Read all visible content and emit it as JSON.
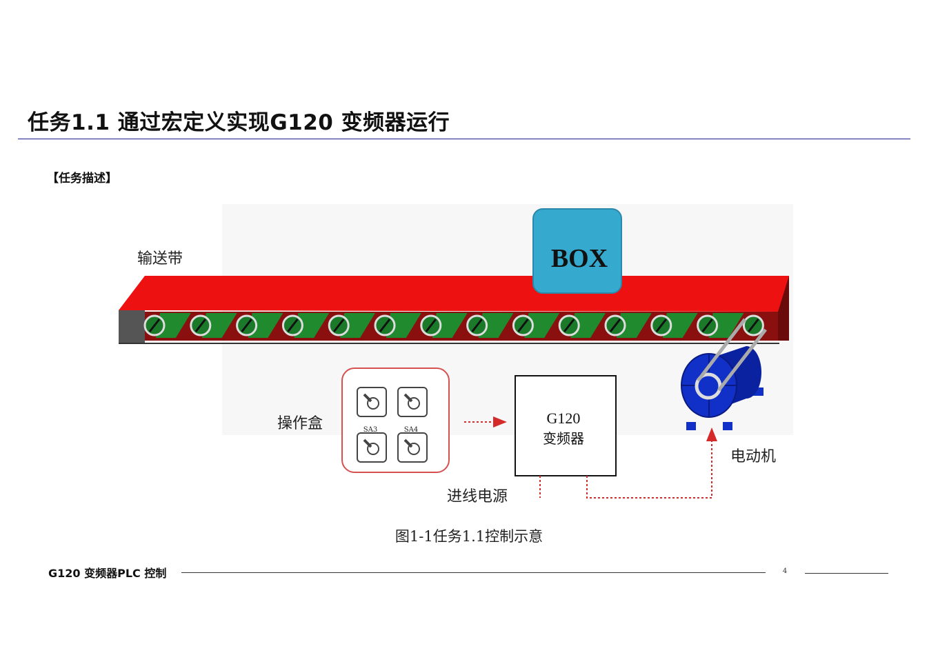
{
  "header": {
    "title": "任务1.1 通过宏定义实现G120 变频器运行"
  },
  "section": {
    "label": "【任务描述】"
  },
  "diagram": {
    "conveyor_label": "输送带",
    "box_label": "BOX",
    "operation_box_label": "操作盒",
    "switch_labels": [
      "SA3",
      "SA4"
    ],
    "inverter_label_line1": "G120",
    "inverter_label_line2": "变频器",
    "motor_label": "电动机",
    "power_label": "进线电源"
  },
  "caption": "图1-1任务1.1控制示意",
  "footer": {
    "left_text": "G120 变频器PLC 控制",
    "page_number": "4"
  },
  "colors": {
    "belt_top": "#ee1111",
    "belt_front": "#8a0f0f",
    "belt_green": "#1f8a2e",
    "box_blue": "#36a9cf",
    "motor_blue": "#1030c8",
    "arrow_red": "#d42a2a",
    "title_rule": "#1c1c8c"
  }
}
